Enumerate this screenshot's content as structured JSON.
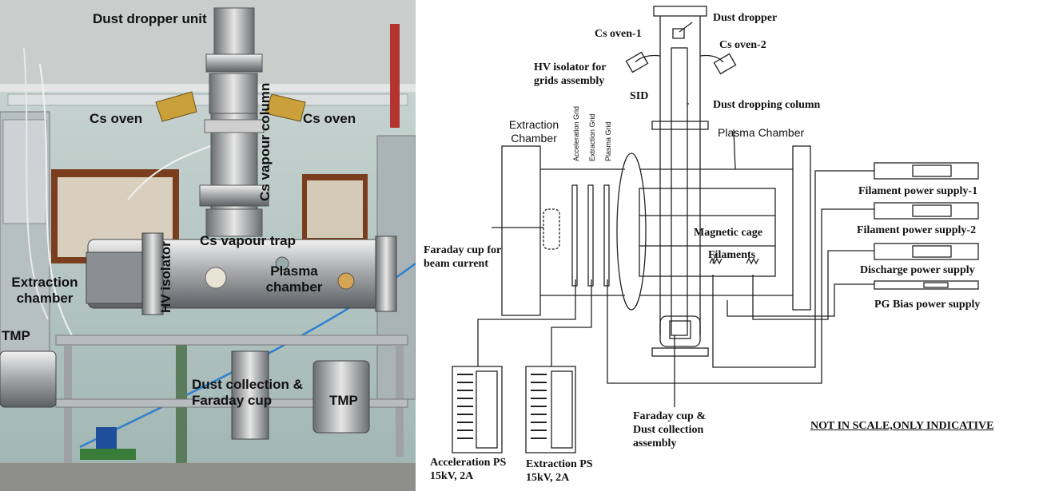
{
  "photo": {
    "labels": {
      "dust_dropper_unit": "Dust dropper unit",
      "cs_oven_left": "Cs oven",
      "cs_oven_right": "Cs oven",
      "cs_vapour_column": "Cs vapour column",
      "cs_vapour_trap": "Cs vapour trap",
      "hv_isolator": "HV isolator",
      "extraction_chamber": "Extraction chamber",
      "plasma_chamber": "Plasma chamber",
      "tmp_left": "TMP",
      "tmp_right": "TMP",
      "dust_collection": "Dust collection & Faraday cup"
    }
  },
  "diagram": {
    "labels": {
      "dust_dropper": "Dust dropper",
      "cs_oven_1": "Cs oven-1",
      "cs_oven_2": "Cs oven-2",
      "hv_isolator": "HV isolator for grids assembly",
      "sid": "SID",
      "dust_dropping_column": "Dust dropping column",
      "extraction_chamber": "Extraction Chamber",
      "acceleration_grid": "Acceleration Grid",
      "extraction_grid": "Extraction Grid",
      "plasma_grid": "Plasma Grid",
      "plasma_chamber": "Plasma Chamber",
      "faraday_beam": "Faraday cup for beam current",
      "magnetic_cage": "Magnetic cage",
      "filaments": "Filaments",
      "faraday_dust": "Faraday cup & Dust collection assembly",
      "filament_ps1": "Filament power supply-1",
      "filament_ps2": "Filament power supply-2",
      "discharge_ps": "Discharge power supply",
      "pg_bias_ps": "PG Bias power supply",
      "acceleration_ps": "Acceleration PS 15kV, 2A",
      "extraction_ps": "Extraction PS 15kV, 2A",
      "scale_note": "NOT IN SCALE,ONLY INDICATIVE"
    }
  }
}
